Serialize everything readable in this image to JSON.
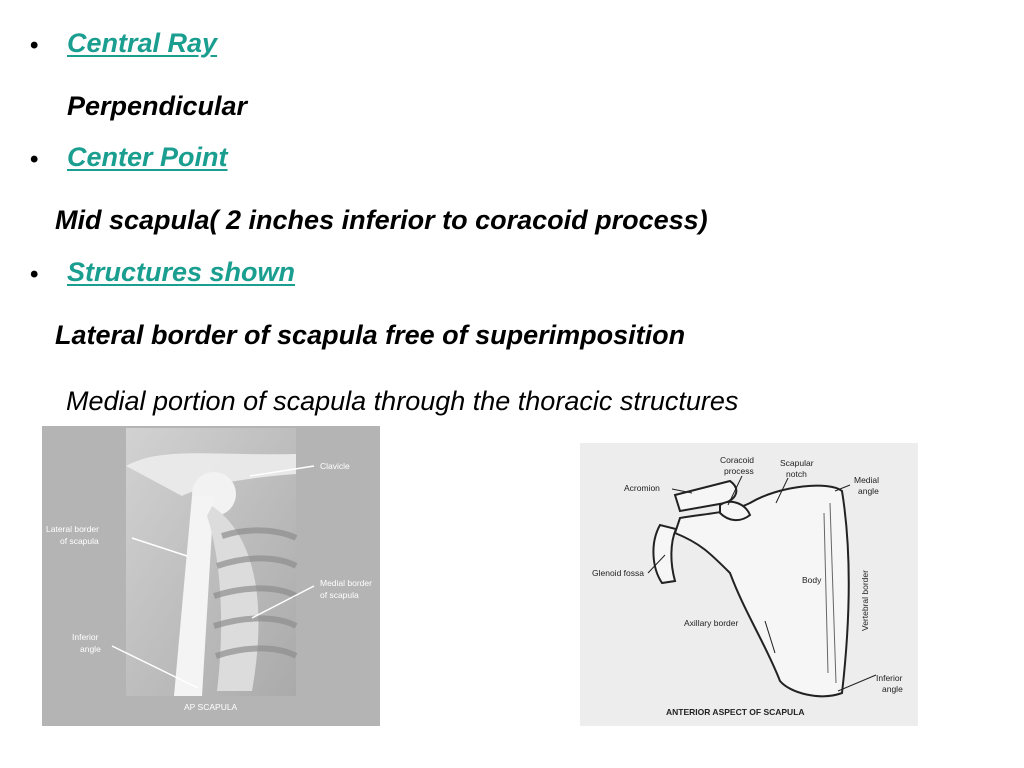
{
  "bullets": [
    {
      "heading": "Central Ray",
      "lines": [
        "Perpendicular"
      ]
    },
    {
      "heading": "Center Point",
      "lines": [
        "Mid scapula( 2 inches inferior to coracoid process)"
      ]
    },
    {
      "heading": "Structures shown",
      "lines": [
        "Lateral border of scapula free of superimposition",
        "Medial portion of scapula through the thoracic structures"
      ]
    }
  ],
  "xray": {
    "labels": {
      "clavicle": "Clavicle",
      "lateral_border_1": "Lateral border",
      "lateral_border_2": "of scapula",
      "medial_border_1": "Medial border",
      "medial_border_2": "of scapula",
      "inferior_angle_1": "Inferior",
      "inferior_angle_2": "angle",
      "caption": "AP SCAPULA"
    }
  },
  "diagram": {
    "labels": {
      "coracoid_1": "Coracoid",
      "coracoid_2": "process",
      "scapular_notch_1": "Scapular",
      "scapular_notch_2": "notch",
      "medial_angle_1": "Medial",
      "medial_angle_2": "angle",
      "acromion": "Acromion",
      "glenoid_fossa": "Glenoid fossa",
      "body": "Body",
      "vertebral_border": "Vertebral border",
      "axillary_border": "Axillary border",
      "inferior_angle_1": "Inferior",
      "inferior_angle_2": "angle",
      "caption": "ANTERIOR ASPECT OF SCAPULA"
    }
  },
  "colors": {
    "heading": "#1a9e8f",
    "text": "#000000",
    "background": "#ffffff"
  }
}
